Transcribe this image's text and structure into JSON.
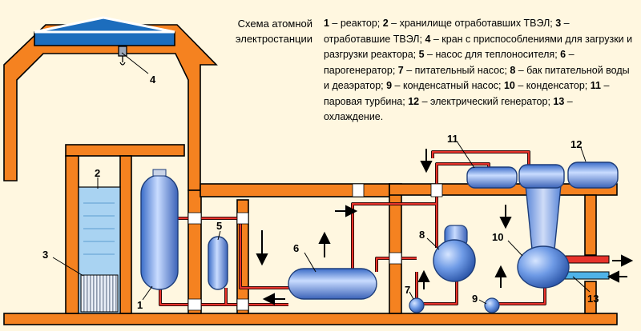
{
  "title": "Схема атомной электростанции",
  "legend": [
    {
      "n": "1",
      "t": "реактор;"
    },
    {
      "n": "2",
      "t": "хранилище отработавших ТВЭЛ;"
    },
    {
      "n": "3",
      "t": "отработавшие ТВЭЛ;"
    },
    {
      "n": "4",
      "t": "кран с приспособлениями для загрузки и разгрузки реактора;"
    },
    {
      "n": "5",
      "t": "насос для теплоносителя;"
    },
    {
      "n": "6",
      "t": "парогенератор;"
    },
    {
      "n": "7",
      "t": "питательный насос;"
    },
    {
      "n": "8",
      "t": "бак питательной воды и деаэратор;"
    },
    {
      "n": "9",
      "t": "конденсатный насос;"
    },
    {
      "n": "10",
      "t": "конденсатор;"
    },
    {
      "n": "11",
      "t": "паровая турбина;"
    },
    {
      "n": "12",
      "t": "электрический генератор;"
    },
    {
      "n": "13",
      "t": "охлаждение."
    }
  ],
  "labels": {
    "n1": "1",
    "n2": "2",
    "n3": "3",
    "n4": "4",
    "n5": "5",
    "n6": "6",
    "n7": "7",
    "n8": "8",
    "n9": "9",
    "n10": "10",
    "n11": "11",
    "n12": "12",
    "n13": "13"
  },
  "colors": {
    "wall": "#f58220",
    "background": "#fff7e0",
    "roof": "#1c6dbd",
    "water": "#a9d3f2",
    "vessel": "#5b8fe0",
    "pipe_hot": "#e8332b",
    "pipe_cold": "#4fb3e8"
  }
}
